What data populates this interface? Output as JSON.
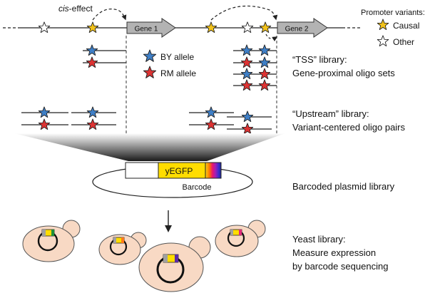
{
  "colors": {
    "causal_star": "#f2c21a",
    "by_star": "#3f7fc6",
    "rm_star": "#dd3333",
    "other_star": "#ffffff",
    "gene_arrow": "#b3b3b3",
    "yeast_cell": "#f8d9c4",
    "yegfp_box": "#ffdd00"
  },
  "top": {
    "cis_effect_italic": "cis",
    "cis_effect_rest": "-effect",
    "gene1": "Gene 1",
    "gene2": "Gene 2"
  },
  "legend": {
    "title": "Promoter variants:",
    "causal": "Causal",
    "other": "Other",
    "by_allele": "BY allele",
    "rm_allele": "RM allele"
  },
  "libraries": {
    "tss_title": "“TSS” library:",
    "tss_desc": "Gene-proximal oligo sets",
    "upstream_title": "“Upstream” library:",
    "upstream_desc": "Variant-centered oligo pairs",
    "plasmid_label": "Barcoded plasmid library",
    "yeast_title": "Yeast library:",
    "yeast_line2": "Measure expression",
    "yeast_line3": "by barcode sequencing"
  },
  "plasmid": {
    "reporter": "yEGFP",
    "barcode": "Barcode"
  }
}
